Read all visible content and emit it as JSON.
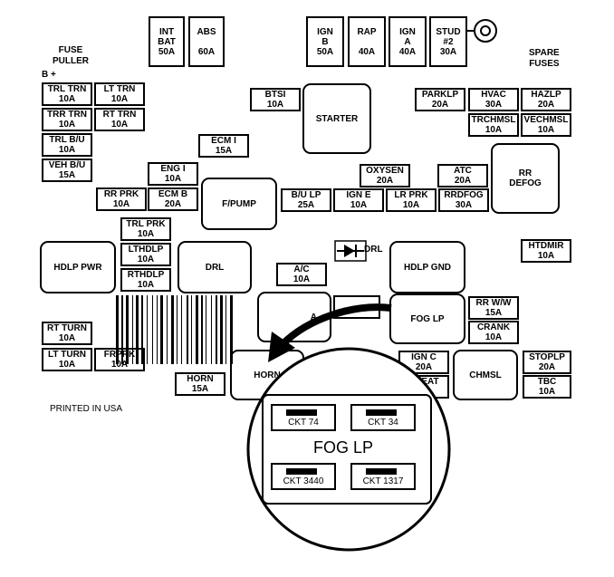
{
  "labels": {
    "fuse_puller": "FUSE\nPULLER",
    "b_plus": "B +",
    "spare_fuses": "SPARE\nFUSES",
    "printed": "PRINTED IN USA"
  },
  "fuses": {
    "int_bat": "INT\nBAT\n50A",
    "abs": "ABS\n\n60A",
    "ign_b": "IGN\nB\n50A",
    "rap": "RAP\n\n40A",
    "ign_a": "IGN\nA\n40A",
    "stud2": "STUD\n#2\n30A",
    "trl_trn": "TRL TRN\n10A",
    "lt_trn": "LT TRN\n10A",
    "trr_trn": "TRR TRN\n10A",
    "rt_trn": "RT TRN\n10A",
    "trl_bu": "TRL B/U\n10A",
    "veh_bu": "VEH B/U\n15A",
    "btsi": "BTSI\n10A",
    "ecm_i": "ECM I\n15A",
    "parklp": "PARKLP\n20A",
    "hvac": "HVAC\n30A",
    "hazlp": "HAZLP\n20A",
    "trchmsl": "TRCHMSL\n10A",
    "vechmsl": "VECHMSL\n10A",
    "eng_i": "ENG I\n10A",
    "rr_prk": "RR PRK\n10A",
    "ecm_b": "ECM B\n20A",
    "oxysen": "OXYSEN\n20A",
    "atc": "ATC\n20A",
    "bu_lp": "B/U LP\n25A",
    "ign_e": "IGN E\n10A",
    "lr_prk": "LR PRK\n10A",
    "rrdfog": "RRDFOG\n30A",
    "trl_prk": "TRL PRK\n10A",
    "lthdlp": "LTHDLP\n10A",
    "rthdlp": "RTHDLP\n10A",
    "a_c": "A/C\n10A",
    "htdmir": "HTDMIR\n10A",
    "rr_ww": "RR W/W\n15A",
    "crank": "CRANK\n10A",
    "rt_turn": "RT TURN\n10A",
    "lt_turn": "LT TURN\n10A",
    "frprk": "FRPRK\n10A",
    "horn_fuse": "HORN\n15A",
    "ign_c": "IGN C\n20A",
    "dseat": "DSEAT\n20A",
    "stoplp": "STOPLP\n20A",
    "tbc": "TBC\n10A"
  },
  "relays": {
    "starter": "STARTER",
    "rr_defog": "RR\nDEFOG",
    "fpump": "F/PUMP",
    "hdlp_pwr": "HDLP PWR",
    "drl": "DRL",
    "drl_diode": "DRL",
    "hdlp_gnd": "HDLP GND",
    "fog_lp": "FOG LP",
    "horn": "HORN",
    "chmsl": "CHMSL",
    "ac_relay": "A"
  },
  "zoom": {
    "title": "FOG LP",
    "ckt_tl": "CKT 74",
    "ckt_tr": "CKT 34",
    "ckt_bl": "CKT 3440",
    "ckt_br": "CKT 1317"
  }
}
